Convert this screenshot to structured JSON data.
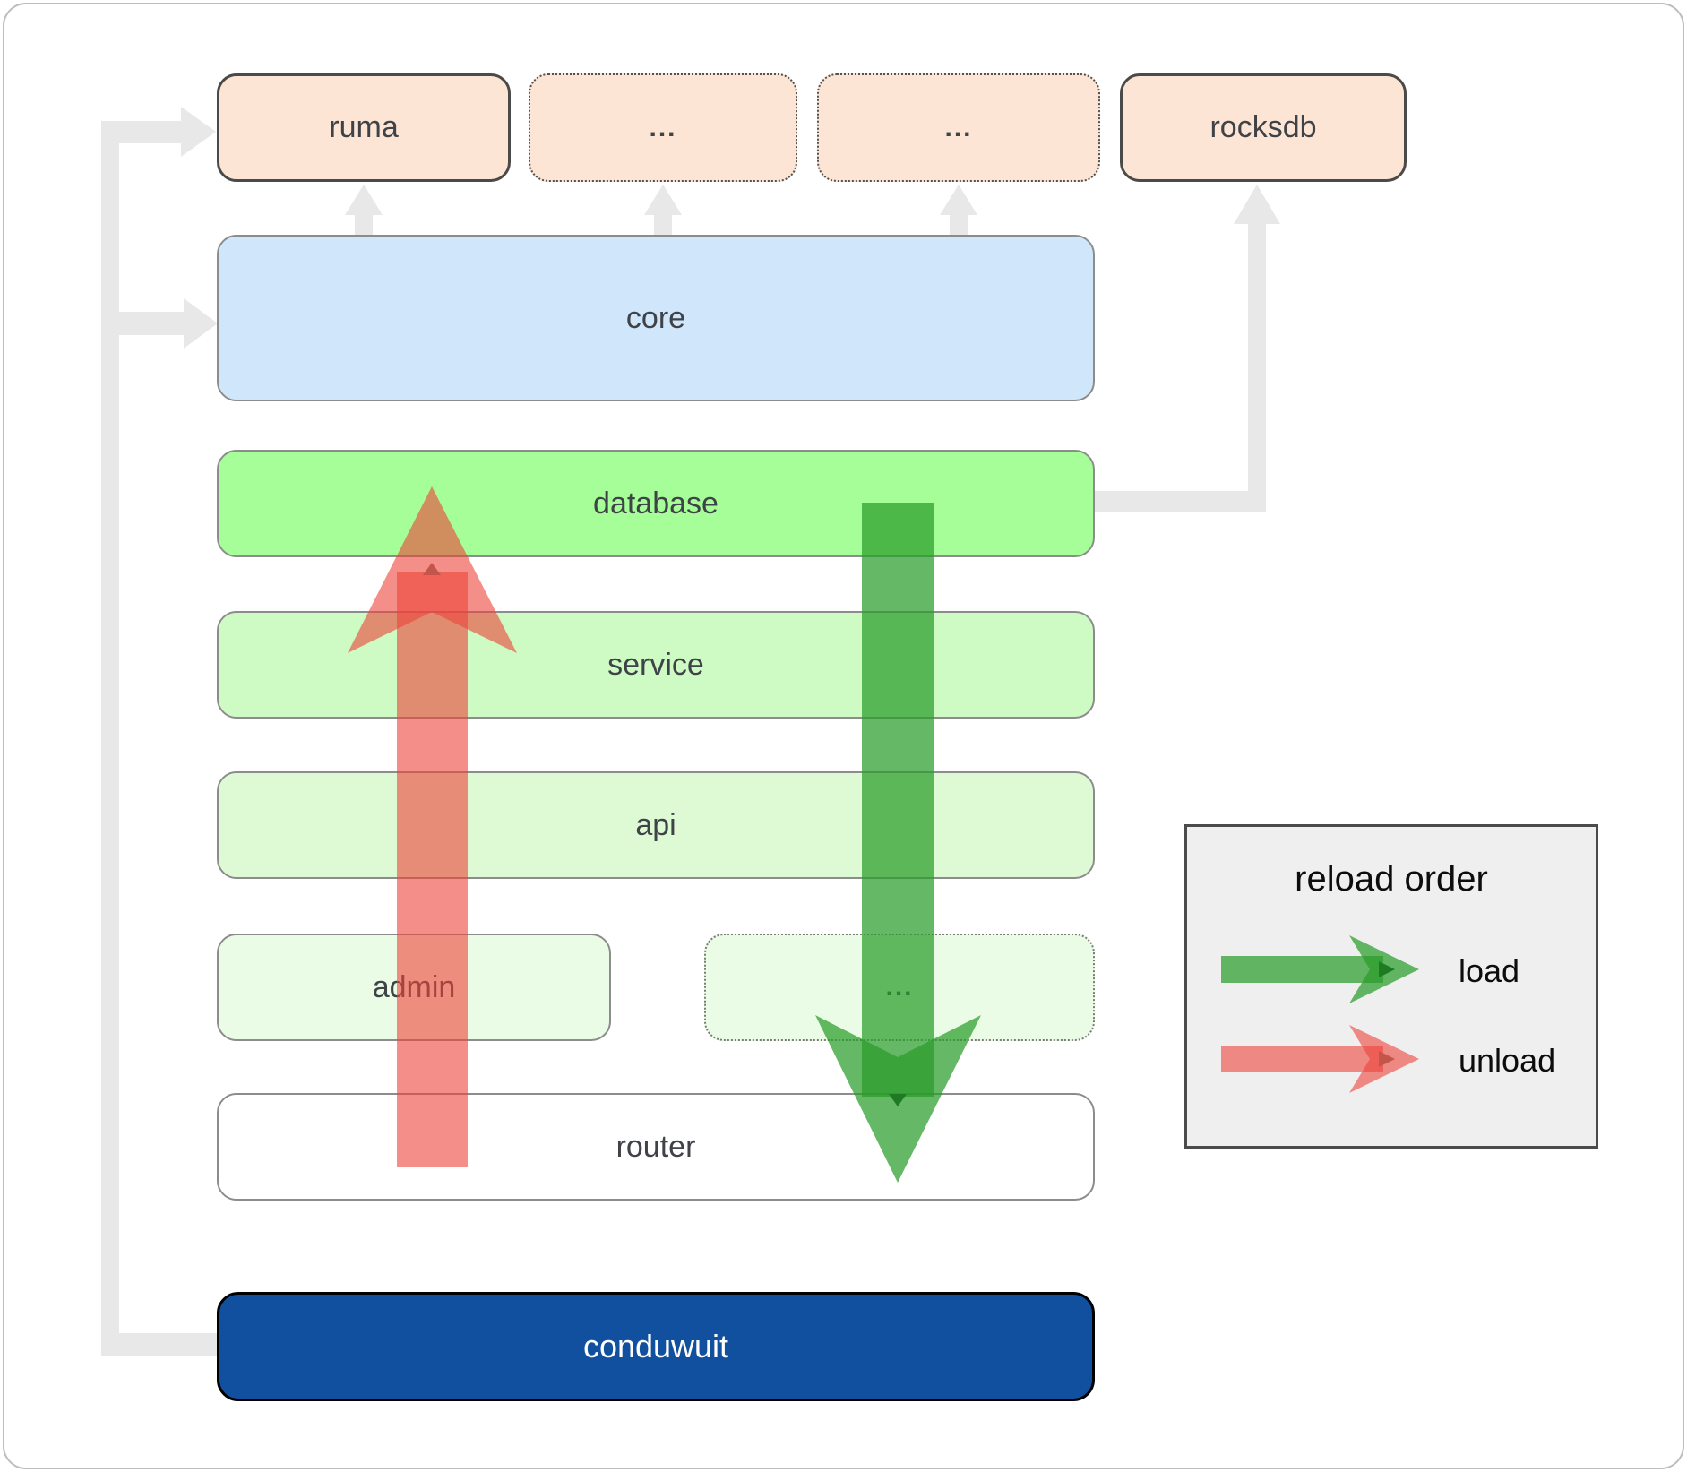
{
  "diagram": {
    "title_hint": "conduwuit module architecture",
    "layers": {
      "ruma": "ruma",
      "deps_a": "...",
      "deps_b": "...",
      "rocksdb": "rocksdb",
      "core": "core",
      "database": "database",
      "service": "service",
      "api": "api",
      "admin": "admin",
      "admin_more": "...",
      "router": "router",
      "conduwuit": "conduwuit"
    },
    "legend": {
      "title": "reload order",
      "load_label": "load",
      "unload_label": "unload"
    },
    "colors": {
      "deps_peach": "#fce5d4",
      "core_blue": "#d0e6fa",
      "database_green": "#a5fe97",
      "service_green": "#cdfbc3",
      "api_green": "#defad4",
      "admin_green": "#eafce6",
      "router_white": "#ffffff",
      "conduwuit_blue": "#11509e",
      "connector_gray": "#e8e8e8",
      "load_arrow_green": "#2a9c2a",
      "unload_arrow_red": "#ec4238",
      "label_gray": "#3f4347"
    }
  }
}
